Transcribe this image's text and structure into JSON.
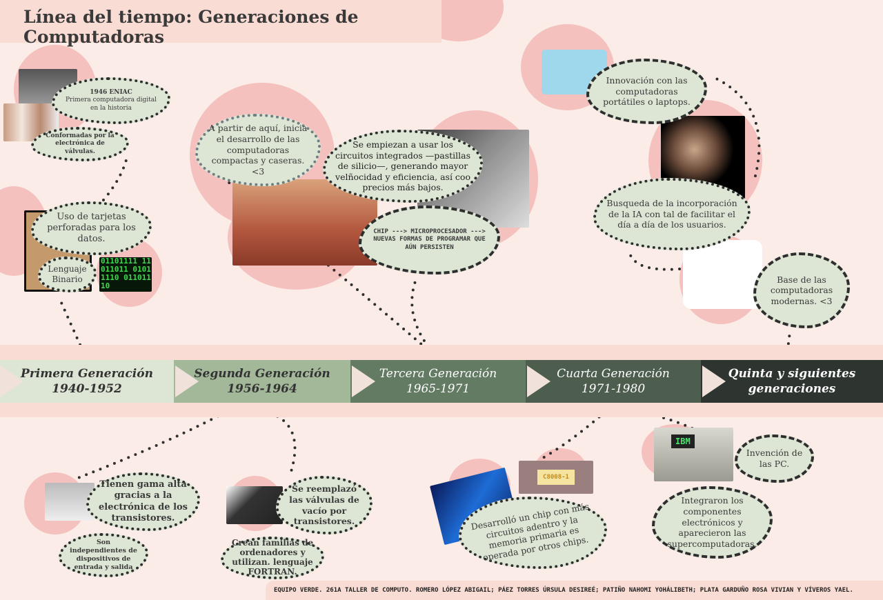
{
  "title": "Línea del tiempo: Generaciones de Computadoras",
  "generations": [
    {
      "name": "Primera Generación",
      "years": "1940-1952"
    },
    {
      "name": "Segunda Generación",
      "years": "1956-1964"
    },
    {
      "name": "Tercera Generación",
      "years": "1965-1971"
    },
    {
      "name": "Cuarta Generación",
      "years": "1971-1980"
    },
    {
      "name": "Quinta y siguientes",
      "years": "generaciones"
    }
  ],
  "colors": {
    "background": "#fbece7",
    "band": "#f9dcd4",
    "seg1": "#dde5d4",
    "seg2": "#a3b899",
    "seg3": "#637a63",
    "seg4": "#4d5e4f",
    "seg5": "#2e3530",
    "cloud": "#dde5d4"
  },
  "first": {
    "eniac_title": "1946 ENIAC",
    "eniac_text": "Primera computadora digital en la historia",
    "valvulas": "Conformadas por la electrónica de válvulas.",
    "tarjetas": "Uso de tarjetas perforadas para los datos.",
    "binario": "Lenguaje Binario",
    "binary_digits": "01101111 11011011 01011110 01101110"
  },
  "second": {
    "gama": "Tienen gama alta gracias a la electrónica de los transistores.",
    "independientes": "Son independientes de dispositivos de entrada y salida",
    "reemplazo": "Se reemplazó las válvulas de vacío por transistores.",
    "familias": "Crean familias de ordenadores y utilizan. lenguaje FORTRAN."
  },
  "third": {
    "compactas": "A partir de aquí, inicia el desarrollo de las computadoras compactas y caseras. <3",
    "circuitos": "Se empiezan a usar los circuitos integrados —pastillas de silicio—, generando mayor velñocidad y eficiencia, así coo precios más bajos.",
    "chip": "CHIP ---> MICROPROCESADOR ---> NUEVAS FORMAS DE PROGRAMAR QUE AÚN PERSISTEN"
  },
  "fourth": {
    "chip_text": "Desarrolló un chip con más circuitos adentro y la memoria primaria es operada por otros chips.",
    "chip_label": "C8008-1",
    "pc": "Invención de las PC.",
    "ibm_label": "IBM",
    "super": "Integraron los componentes electrónicos  y aparecieron las supercomputadoras."
  },
  "fifth": {
    "laptops": "Innovación con las computadoras portátiles o laptops.",
    "ia": "Busqueda de la incorporación de la IA con tal de facilitar el día a día de los usuarios.",
    "base": "Base de las computadoras modernas. <3"
  },
  "footer": "EQUIPO VERDE. 261A TALLER DE COMPUTO. ROMERO LÓPEZ ABIGAIL; PÁEZ TORRES ÚRSULA DESIREÉ; PATIÑO NAHOMI YOHÁLIBETH; PLATA GARDUÑO ROSA VIVIAN Y VÍVEROS YAEL."
}
